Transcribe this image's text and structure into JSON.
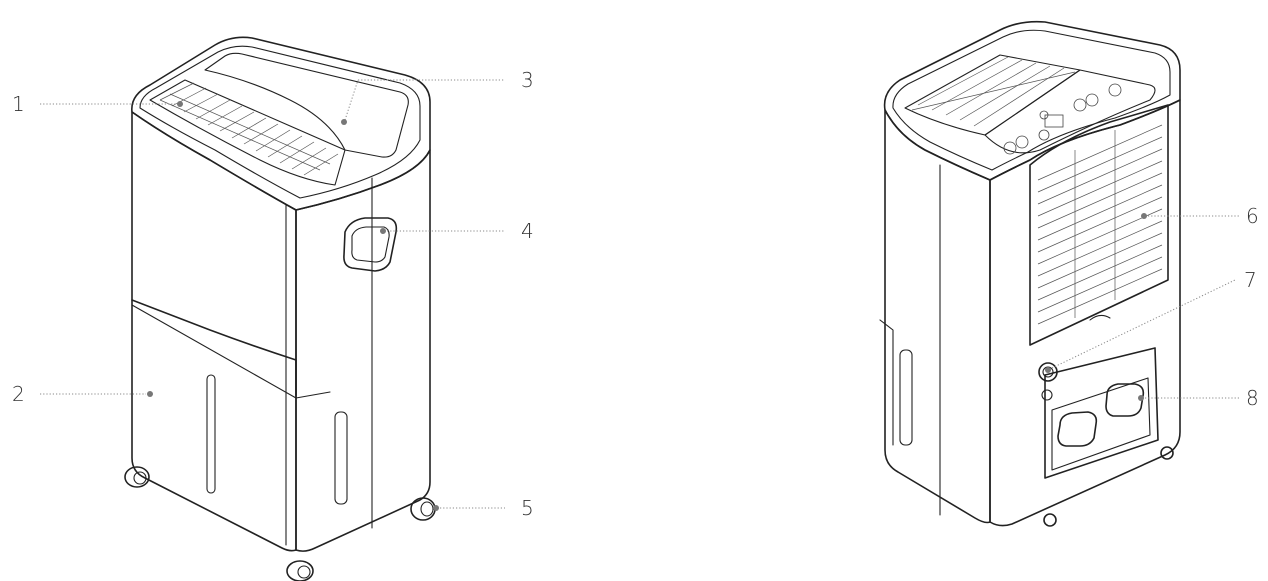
{
  "diagram": {
    "callouts": [
      {
        "id": 1,
        "label": "1"
      },
      {
        "id": 2,
        "label": "2"
      },
      {
        "id": 3,
        "label": "3"
      },
      {
        "id": 4,
        "label": "4"
      },
      {
        "id": 5,
        "label": "5"
      },
      {
        "id": 6,
        "label": "6"
      },
      {
        "id": 7,
        "label": "7"
      },
      {
        "id": 8,
        "label": "8"
      }
    ],
    "views": [
      "front",
      "back"
    ],
    "colors": {
      "stroke": "#222222",
      "leader": "#888888",
      "dot": "#777777",
      "background": "#ffffff"
    }
  }
}
